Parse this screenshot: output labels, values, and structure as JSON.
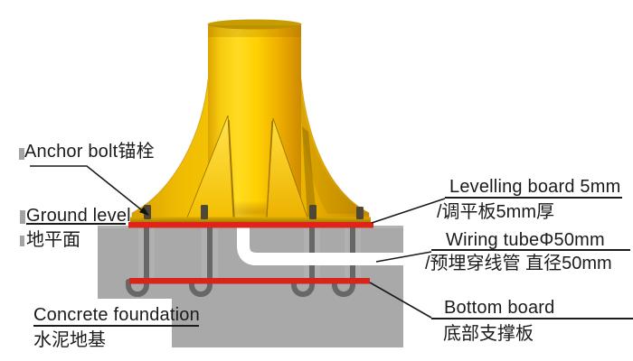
{
  "diagram": {
    "title": "Anchor bolt concrete foundation detail",
    "left_labels": {
      "anchor_bolt": "Anchor bolt锚栓",
      "ground_level_en": "Ground level",
      "ground_level_zh": "地平面",
      "concrete_en": "Concrete foundation",
      "concrete_zh": "水泥地基"
    },
    "right_labels": {
      "levelling_en": "Levelling board 5mm",
      "levelling_zh": "/调平板5mm厚",
      "wiring_en": "Wiring tubeΦ50mm",
      "wiring_zh": "/预埋穿线管 直径50mm",
      "bottom_en": "Bottom board",
      "bottom_zh": "底部支撑板"
    },
    "colors": {
      "column_yellow": "#F7C600",
      "board_red": "#DE2318",
      "concrete_gray": "#A9A9A9",
      "anchor_bolt_gray": "#676767",
      "wiring_tube_white": "#FFFFFF",
      "leader_line": "#1B1B1B",
      "background": "#FFFFFF"
    }
  }
}
